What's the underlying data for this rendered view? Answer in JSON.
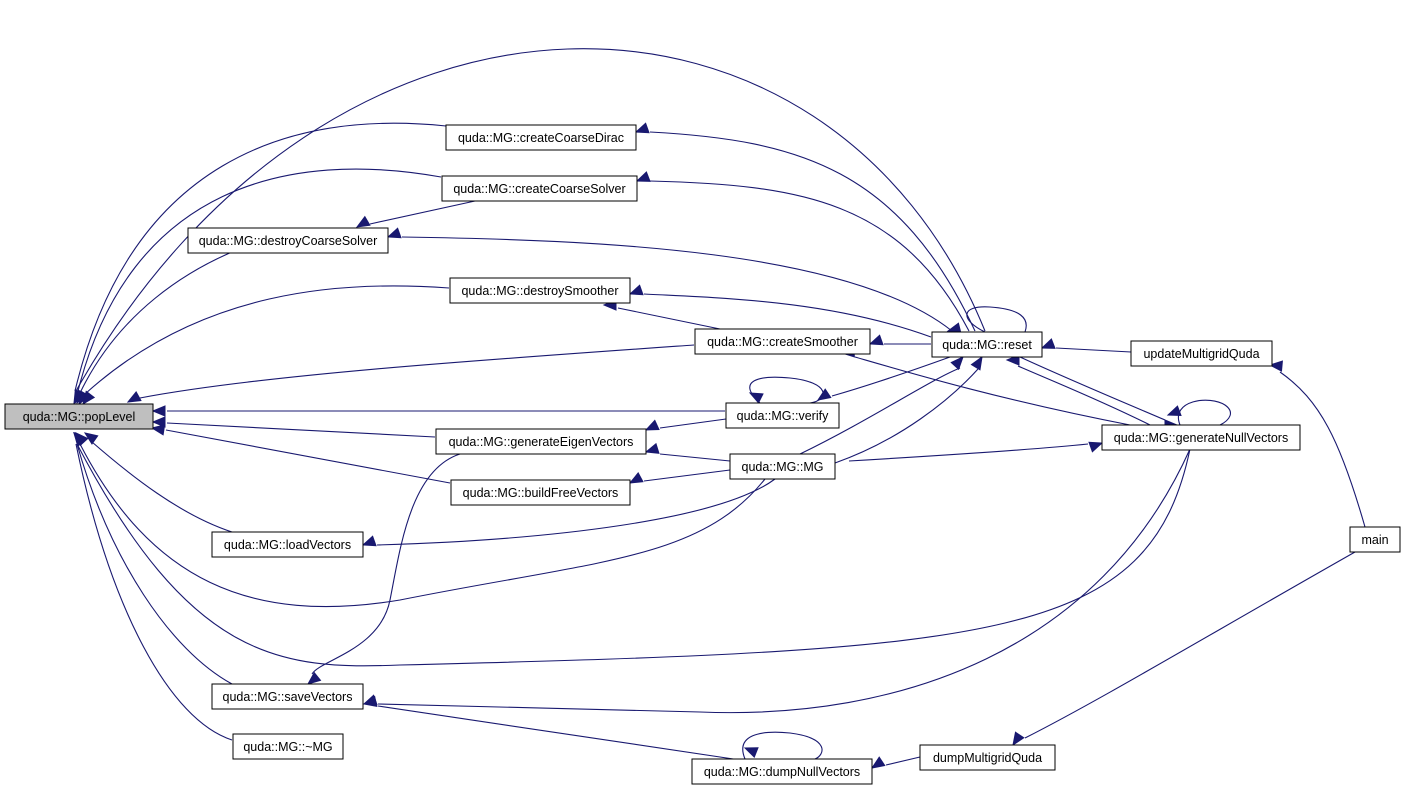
{
  "graph": {
    "nodes": {
      "pop": "quda::MG::popLevel",
      "ccd": "quda::MG::createCoarseDirac",
      "ccs": "quda::MG::createCoarseSolver",
      "dcs": "quda::MG::destroyCoarseSolver",
      "dsm": "quda::MG::destroySmoother",
      "csm": "quda::MG::createSmoother",
      "ver": "quda::MG::verify",
      "gev": "quda::MG::generateEigenVectors",
      "bfv": "quda::MG::buildFreeVectors",
      "mgc": "quda::MG::MG",
      "lv": "quda::MG::loadVectors",
      "sv": "quda::MG::saveVectors",
      "dtor": "quda::MG::~MG",
      "dnv": "quda::MG::dumpNullVectors",
      "rst": "quda::MG::reset",
      "gnv": "quda::MG::generateNullVectors",
      "umq": "updateMultigridQuda",
      "dmq": "dumpMultigridQuda",
      "main": "main"
    },
    "focus_node": "pop",
    "edges": [
      [
        "rst",
        "pop"
      ],
      [
        "ccd",
        "pop"
      ],
      [
        "ccs",
        "pop"
      ],
      [
        "dcs",
        "pop"
      ],
      [
        "dsm",
        "pop"
      ],
      [
        "csm",
        "pop"
      ],
      [
        "ver",
        "pop"
      ],
      [
        "gev",
        "pop"
      ],
      [
        "bfv",
        "pop"
      ],
      [
        "lv",
        "pop"
      ],
      [
        "mgc",
        "pop"
      ],
      [
        "gnv",
        "pop"
      ],
      [
        "sv",
        "pop"
      ],
      [
        "dtor",
        "pop"
      ],
      [
        "ccs",
        "dcs"
      ],
      [
        "csm",
        "dsm"
      ],
      [
        "gev",
        "sv"
      ],
      [
        "dnv",
        "sv"
      ],
      [
        "gnv",
        "sv"
      ],
      [
        "rst",
        "ccd"
      ],
      [
        "rst",
        "ccs"
      ],
      [
        "rst",
        "dcs"
      ],
      [
        "rst",
        "dsm"
      ],
      [
        "rst",
        "csm"
      ],
      [
        "gnv",
        "csm"
      ],
      [
        "ver",
        "ver"
      ],
      [
        "rst",
        "ver"
      ],
      [
        "ver",
        "gev"
      ],
      [
        "mgc",
        "gev"
      ],
      [
        "mgc",
        "bfv"
      ],
      [
        "mgc",
        "lv"
      ],
      [
        "rst",
        "rst"
      ],
      [
        "umq",
        "rst"
      ],
      [
        "gnv",
        "rst"
      ],
      [
        "mgc",
        "rst"
      ],
      [
        "rst",
        "gnv"
      ],
      [
        "mgc",
        "gnv"
      ],
      [
        "gnv",
        "gnv"
      ],
      [
        "dnv",
        "dnv"
      ],
      [
        "dmq",
        "dnv"
      ],
      [
        "main",
        "umq"
      ],
      [
        "main",
        "dmq"
      ]
    ]
  },
  "colors": {
    "edge": "#191970",
    "node_border": "#000000",
    "node_fill": "#ffffff",
    "focus_fill": "#bfbfbf"
  }
}
